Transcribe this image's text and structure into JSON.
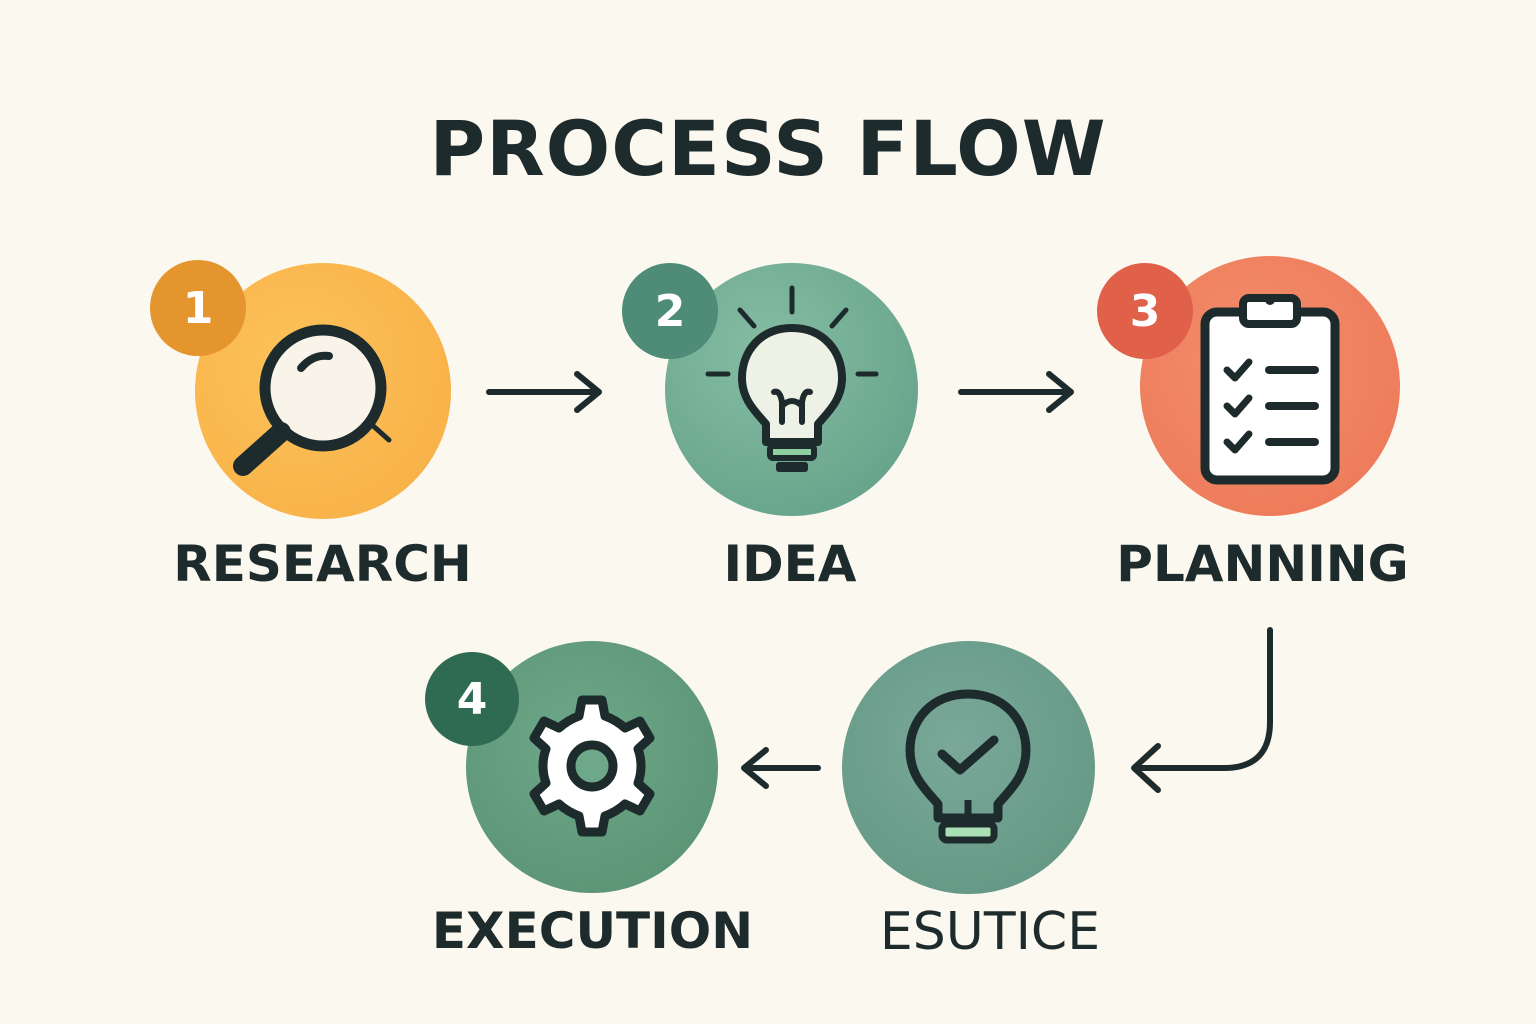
{
  "title": "PROCESS FLOW",
  "steps": [
    {
      "number": "1",
      "label": "RESEARCH",
      "icon": "magnifier-icon",
      "color": "#f9b54a",
      "badge_color": "#e4952e"
    },
    {
      "number": "2",
      "label": "IDEA",
      "icon": "lightbulb-icon",
      "color": "#6ba88c",
      "badge_color": "#4e8c78"
    },
    {
      "number": "3",
      "label": "PLANNING",
      "icon": "clipboard-checklist-icon",
      "color": "#ef7c5b",
      "badge_color": "#e0604a"
    },
    {
      "number": "",
      "label": "ESUTICE",
      "icon": "lightbulb-check-icon",
      "color": "#659784",
      "badge_color": ""
    },
    {
      "number": "4",
      "label": "EXECUTION",
      "icon": "gear-icon",
      "color": "#5d9778",
      "badge_color": "#2f6a52"
    }
  ]
}
